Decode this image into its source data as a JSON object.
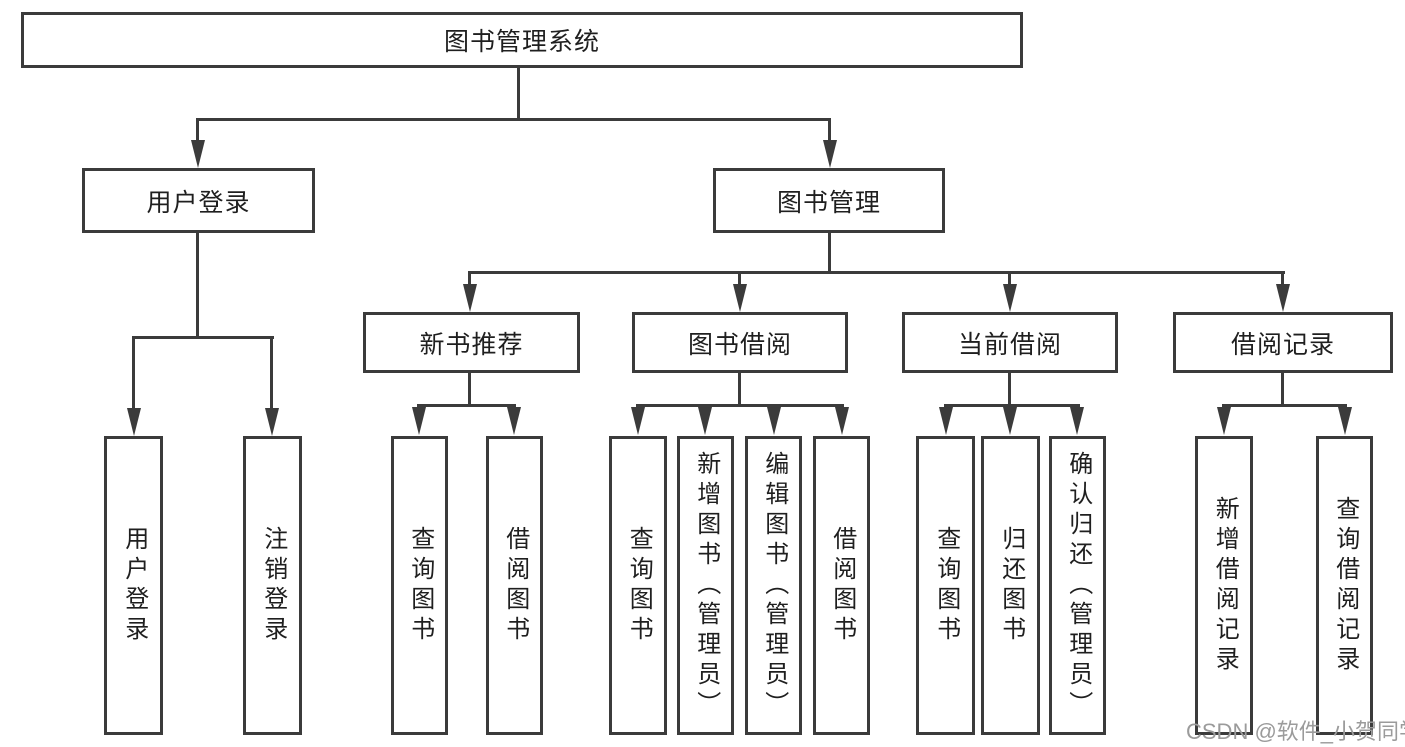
{
  "nodes": {
    "root": "图书管理系统",
    "user_login": "用户登录",
    "book_mgmt": "图书管理",
    "new_book_rec": "新书推荐",
    "book_borrow": "图书借阅",
    "current_borrow": "当前借阅",
    "borrow_records": "借阅记录",
    "leaf_user_login": "用户登录",
    "leaf_logout": "注销登录",
    "leaf_query_book_1": "查询图书",
    "leaf_borrow_book_1": "借阅图书",
    "leaf_query_book_2": "查询图书",
    "leaf_add_book": "新增图书（管理员）",
    "leaf_edit_book": "编辑图书（管理员）",
    "leaf_borrow_book_2": "借阅图书",
    "leaf_query_book_3": "查询图书",
    "leaf_return_book": "归还图书",
    "leaf_confirm_return": "确认归还（管理员）",
    "leaf_add_borrow_record": "新增借阅记录",
    "leaf_query_borrow_record": "查询借阅记录"
  },
  "watermark": "CSDN @软件_小贺同学",
  "colors": {
    "line": "#3b3b3b",
    "text": "#1f1f1f",
    "box_bg": "#ffffff",
    "watermark": "#9b9b9b"
  }
}
